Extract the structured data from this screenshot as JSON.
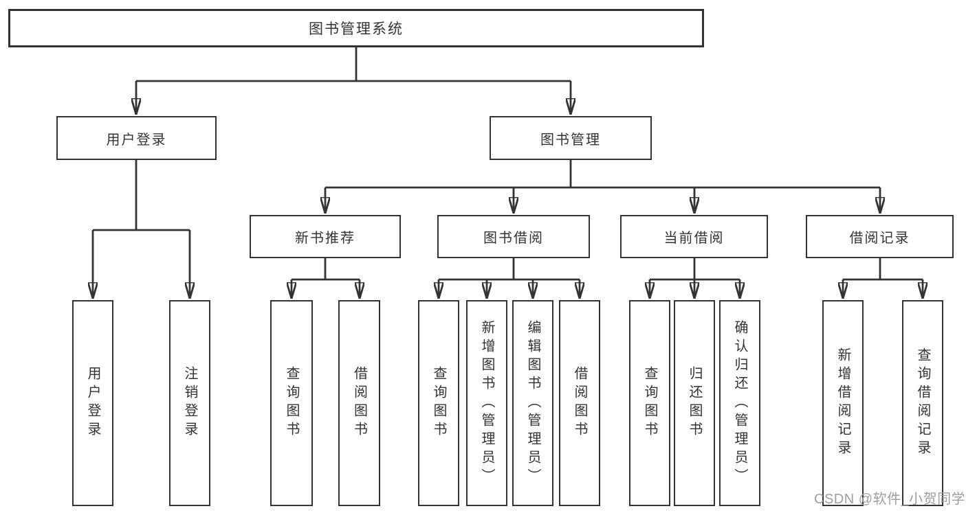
{
  "diagram": {
    "type": "tree",
    "root": {
      "label": "图书管理系统"
    },
    "level2": [
      {
        "label": "用户登录",
        "children": [
          "用户登录",
          "注销登录"
        ]
      },
      {
        "label": "图书管理",
        "children": [
          {
            "label": "新书推荐",
            "children": [
              "查询图书",
              "借阅图书"
            ]
          },
          {
            "label": "图书借阅",
            "children": [
              "查询图书",
              "新增图书（管理员）",
              "编辑图书（管理员）",
              "借阅图书"
            ]
          },
          {
            "label": "当前借阅",
            "children": [
              "查询图书",
              "归还图书",
              "确认归还（管理员）"
            ]
          },
          {
            "label": "借阅记录",
            "children": [
              "新增借阅记录",
              "查询借阅记录"
            ]
          }
        ]
      }
    ]
  },
  "watermark": {
    "text": "CSDN @软件_小贺同学"
  },
  "colors": {
    "line": "#333333",
    "box_border": "#333333",
    "text": "#333333",
    "watermark": "#9e9e9e",
    "background": "#ffffff"
  }
}
